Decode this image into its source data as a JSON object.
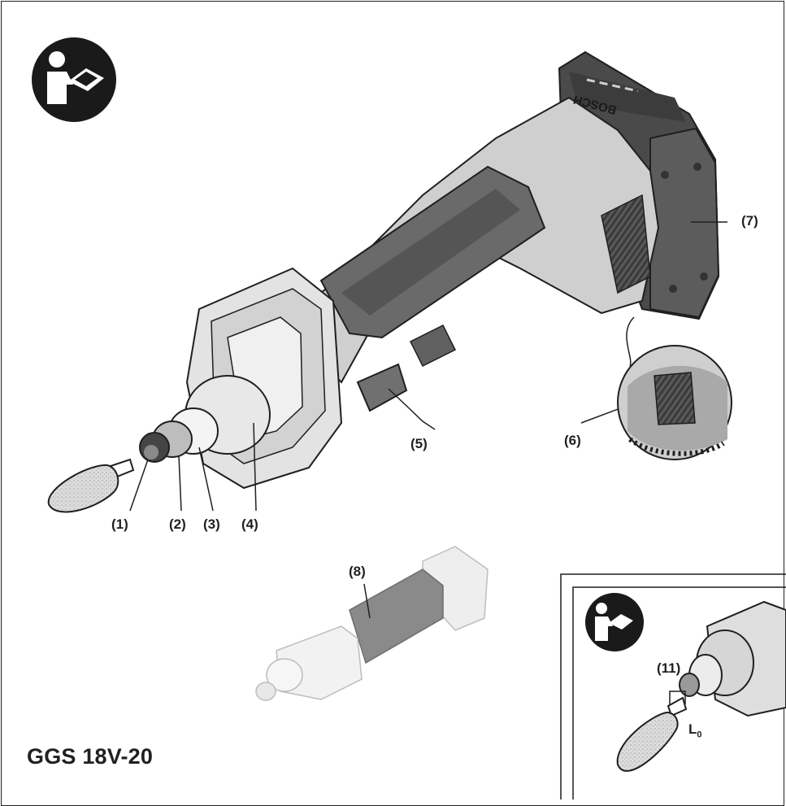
{
  "figure": {
    "labels": {
      "l1": "(1)",
      "l2": "(2)",
      "l3": "(3)",
      "l4": "(4)",
      "l5": "(5)",
      "l6": "(6)",
      "l7": "(7)",
      "l8": "(8)",
      "l11": "(11)",
      "l0_main": "L",
      "l0_sub": "0"
    },
    "brand_embossed": "BOSCH",
    "model_name": "GGS 18V-20"
  },
  "icons": {
    "manual_icon": "read-manual-icon",
    "manual_icon_inset": "read-manual-icon"
  }
}
